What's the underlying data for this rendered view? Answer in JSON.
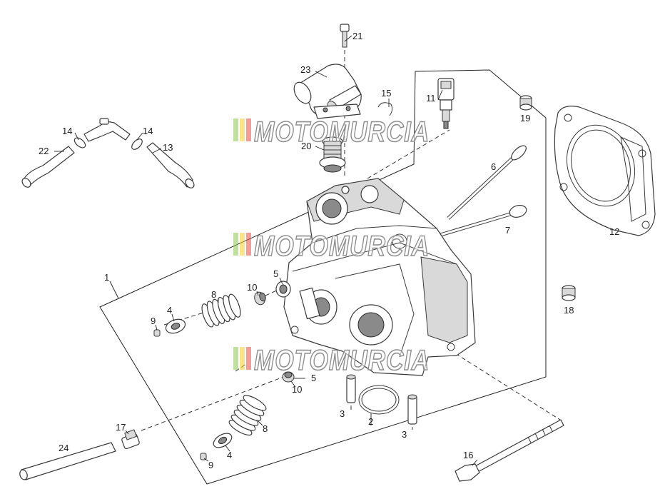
{
  "watermark": {
    "brand": "MOTOMURCIA",
    "stripe_colors": [
      "#8cc651",
      "#f3cf2a",
      "#e2503f"
    ]
  },
  "callouts": {
    "p1": "1",
    "p2": "2",
    "p3": "3",
    "p4": "4",
    "p5": "5",
    "p6": "6",
    "p7": "7",
    "p8": "8",
    "p9": "9",
    "p10": "10",
    "p11": "11",
    "p12": "12",
    "p13": "13",
    "p14": "14",
    "p15": "15",
    "p16": "16",
    "p17": "17",
    "p18": "18",
    "p19": "19",
    "p20": "20",
    "p21": "21",
    "p22": "22",
    "p23": "23",
    "p24": "24"
  }
}
